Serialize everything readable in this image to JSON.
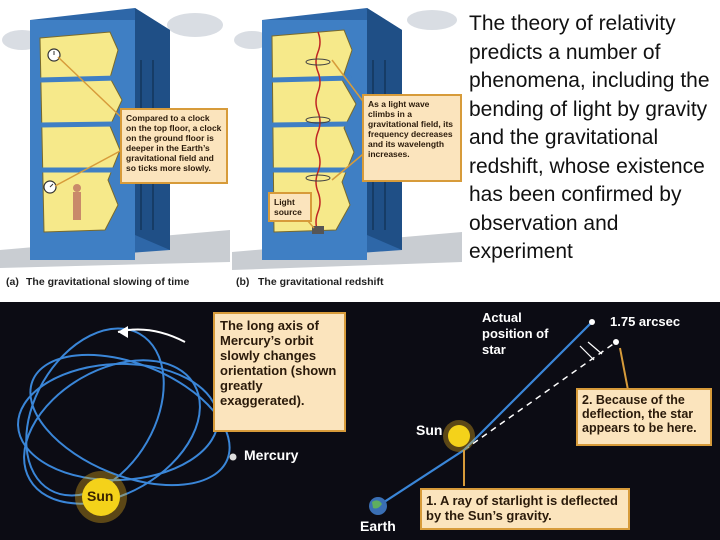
{
  "body_text": "The theory of relativity predicts a number of phenomena, including the bending of light by gravity and the gravitational redshift, whose existence has been confirmed by observation and experiment",
  "figure_a": {
    "caption_letter": "(a)",
    "caption": "The gravitational slowing of time",
    "callout": "Compared to a clock on the top floor, a clock on the ground floor is deeper in the Earth’s gravitational field and so ticks more slowly."
  },
  "figure_b": {
    "caption_letter": "(b)",
    "caption": "The gravitational redshift",
    "callout": "As a light wave climbs in a gravitational field, its frequency decreases and its wavelength increases.",
    "source_label": "Light source"
  },
  "figure_c": {
    "callout": "The long axis of Mercury’s orbit slowly changes orientation (shown greatly exaggerated).",
    "planet_label": "Mercury",
    "sun_label": "Sun"
  },
  "figure_d": {
    "actual_label": "Actual position of star",
    "angle_label": "1.75 arcsec",
    "callout_2": "2. Because of the deflection, the star appears to be here.",
    "sun_label": "Sun",
    "earth_label": "Earth",
    "callout_1": "1. A ray of starlight is deflected by the Sun’s gravity."
  },
  "colors": {
    "building_blue": "#3f7fc4",
    "floor_yellow": "#f6e98a",
    "callout_fill": "#fbe4bd",
    "callout_border": "#d79b3a",
    "orbit_blue": "#3a86d8",
    "sun_yellow": "#f4d21a"
  }
}
